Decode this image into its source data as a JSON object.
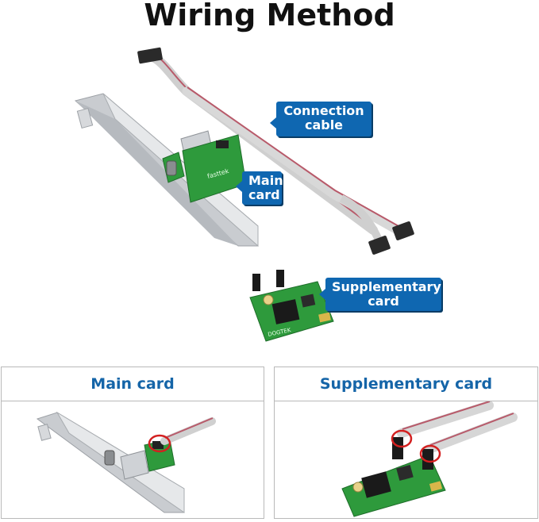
{
  "title": "Wiring Method",
  "callouts": {
    "connection_cable_line1": "Connection",
    "connection_cable_line2": "cable",
    "main_card_line1": "Main",
    "main_card_line2": "card",
    "supplementary_card_line1": "Supplementary",
    "supplementary_card_line2": "card"
  },
  "panels": {
    "left_title": "Main card",
    "right_title": "Supplementary card"
  },
  "colors": {
    "callout_blue": "#0f67b1",
    "panel_title_blue": "#1565a8",
    "pcb_green": "#2e9a3c",
    "highlight_red": "#d32020"
  }
}
